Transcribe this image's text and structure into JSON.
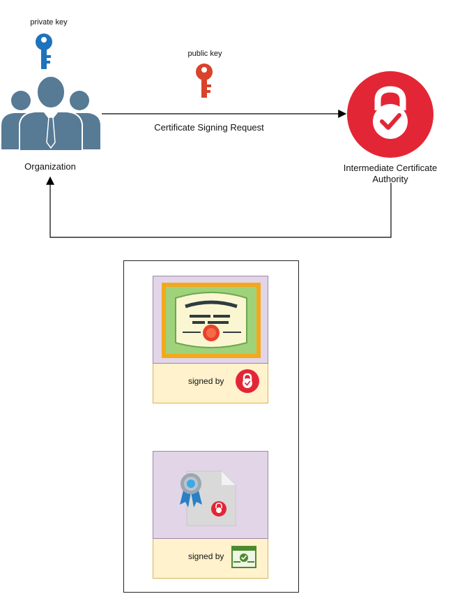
{
  "labels": {
    "private_key": "private key",
    "public_key": "public key",
    "csr": "Certificate Signing Request",
    "organization": "Organization",
    "ica_line1": "Intermediate Certificate",
    "ica_line2": "Authority"
  },
  "cards": [
    {
      "signed_by": "signed by"
    },
    {
      "signed_by": "signed by"
    }
  ],
  "colors": {
    "private_key": "#1e73be",
    "public_key": "#d9422b",
    "org_people": "#577a95",
    "ca_red": "#e32636",
    "card_top": "#e1d5e7",
    "card_bottom": "#fff2cc"
  },
  "icons": {
    "private_key": "key-icon",
    "public_key": "key-icon",
    "organization": "people-group-icon",
    "ca": "lock-check-icon",
    "certificate": "certificate-icon",
    "ribbon_doc": "award-document-icon",
    "browser_check": "browser-check-icon"
  }
}
